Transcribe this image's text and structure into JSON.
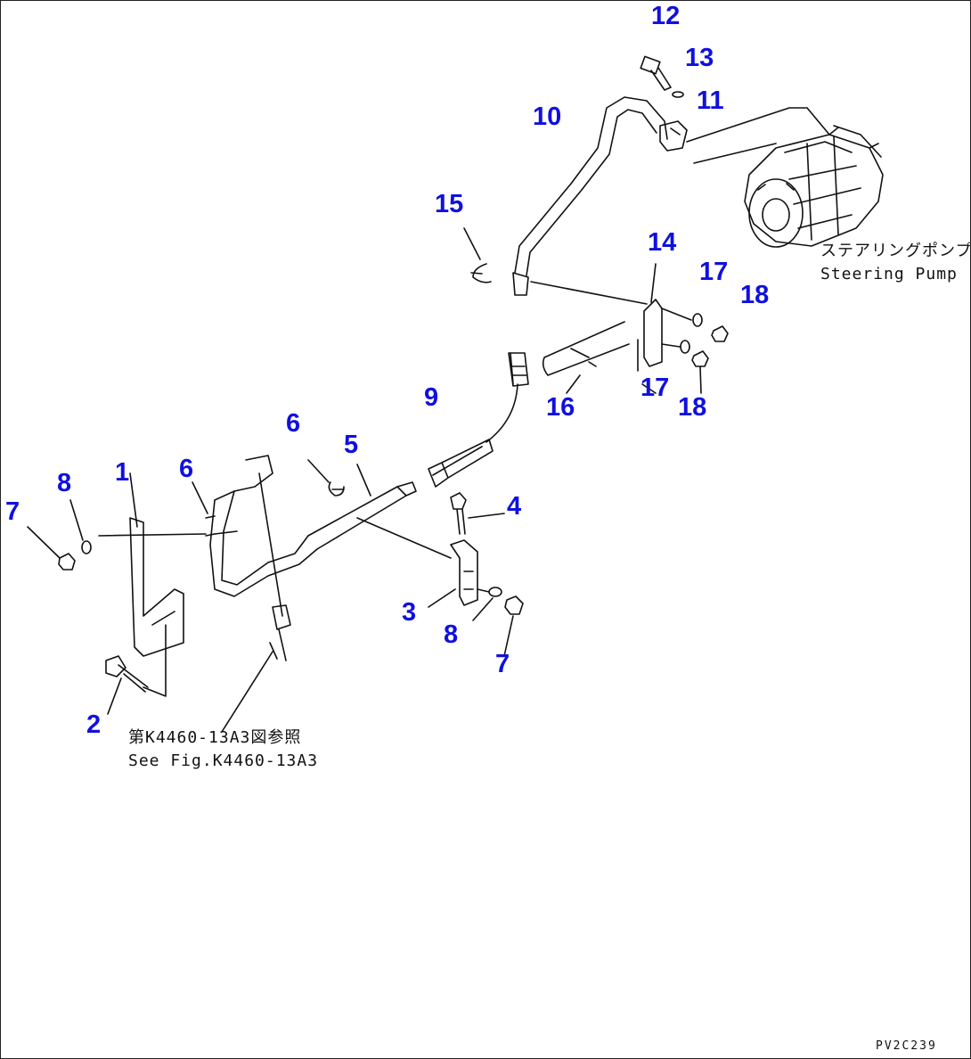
{
  "callouts": {
    "c1": "1",
    "c2": "2",
    "c3": "3",
    "c4": "4",
    "c5": "5",
    "c6a": "6",
    "c6b": "6",
    "c7a": "7",
    "c7b": "7",
    "c8a": "8",
    "c8b": "8",
    "c9": "9",
    "c10": "10",
    "c11": "11",
    "c12": "12",
    "c13": "13",
    "c14": "14",
    "c15": "15",
    "c16": "16",
    "c17a": "17",
    "c17b": "17",
    "c18a": "18",
    "c18b": "18"
  },
  "notes": {
    "pump_jp": "ステアリングポンプ",
    "pump_en": "Steering Pump",
    "ref_jp": "第K4460-13A3図参照",
    "ref_en": "See Fig.K4460-13A3"
  },
  "drawing_code": "PV2C239",
  "colors": {
    "callout": "#1010e0",
    "line": "#111111"
  }
}
